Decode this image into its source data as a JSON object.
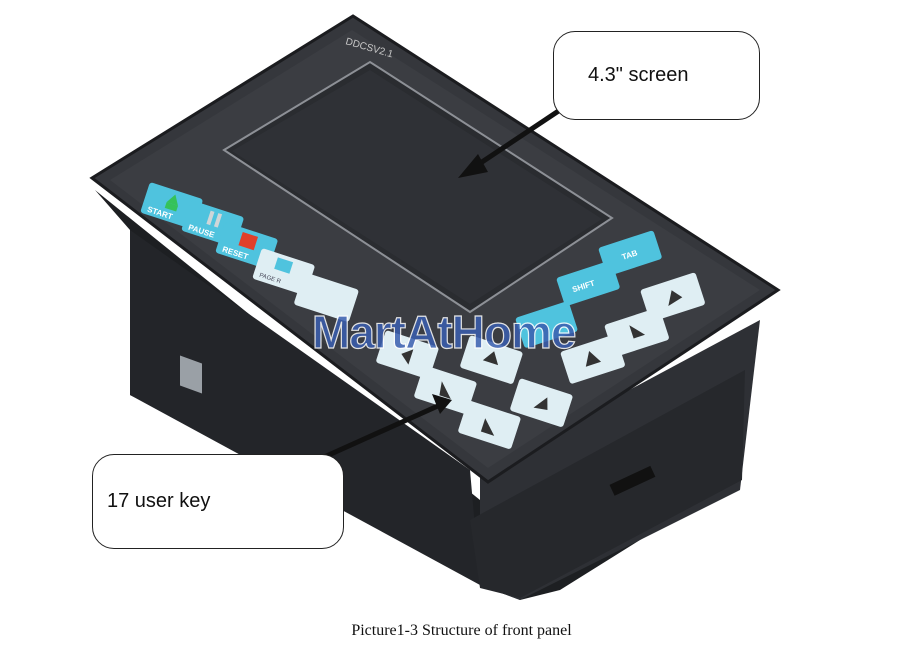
{
  "device": {
    "model_label": "DDCSV2.1",
    "keys": {
      "start": "START",
      "pause": "PAUSE",
      "reset": "RESET",
      "page": "PAGE R",
      "tab": "TAB",
      "shift": "SHIFT"
    }
  },
  "callouts": {
    "screen": "4.3\" screen",
    "keys": "17 user key"
  },
  "watermark": "MartAtHome",
  "caption": "Picture1-3 Structure of front panel",
  "colors": {
    "key_cyan": "#4fc3de",
    "key_light": "#dfeef3",
    "start_green": "#35c25a",
    "reset_red": "#e0402a",
    "body": "#2b2d31",
    "watermark": "#3a5fb0"
  }
}
